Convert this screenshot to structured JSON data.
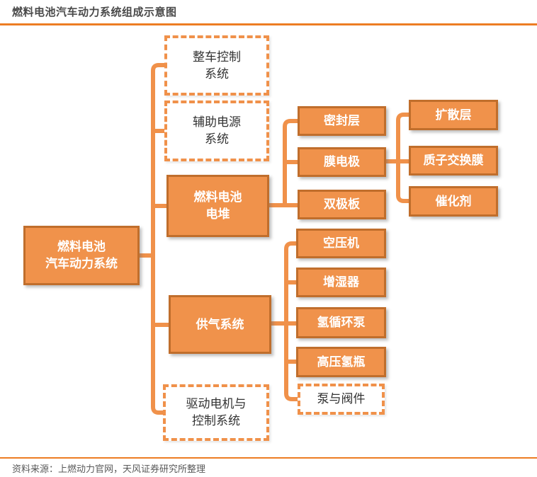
{
  "title": "燃料电池汽车动力系统组成示意图",
  "footer": "资料来源：上燃动力官网，天风证券研究所整理",
  "colors": {
    "node_fill": "#f0924b",
    "node_border": "#c06e2c",
    "dashed_border": "#f0914a",
    "connector": "#f0914a",
    "rule": "#ed7d23",
    "title_text": "#4a4a4a",
    "footer_text": "#595959"
  },
  "tree": {
    "root": {
      "label": "燃料电池\n汽车动力系统",
      "style": "solid",
      "children": [
        {
          "label": "整车控制\n系统",
          "style": "dashed",
          "children": []
        },
        {
          "label": "辅助电源\n系统",
          "style": "dashed",
          "children": []
        },
        {
          "label": "燃料电池\n电堆",
          "style": "solid",
          "children": [
            {
              "label": "密封层",
              "style": "solid",
              "children": []
            },
            {
              "label": "膜电极",
              "style": "solid",
              "children": [
                {
                  "label": "扩散层",
                  "style": "solid",
                  "children": []
                },
                {
                  "label": "质子交换膜",
                  "style": "solid",
                  "children": []
                },
                {
                  "label": "催化剂",
                  "style": "solid",
                  "children": []
                }
              ]
            },
            {
              "label": "双极板",
              "style": "solid",
              "children": []
            }
          ]
        },
        {
          "label": "供气系统",
          "style": "solid",
          "children": [
            {
              "label": "空压机",
              "style": "solid",
              "children": []
            },
            {
              "label": "增湿器",
              "style": "solid",
              "children": []
            },
            {
              "label": "氢循环泵",
              "style": "solid",
              "children": []
            },
            {
              "label": "高压氢瓶",
              "style": "solid",
              "children": []
            },
            {
              "label": "泵与阀件",
              "style": "dashed",
              "children": []
            }
          ]
        },
        {
          "label": "驱动电机与\n控制系统",
          "style": "dashed",
          "children": []
        }
      ]
    }
  }
}
